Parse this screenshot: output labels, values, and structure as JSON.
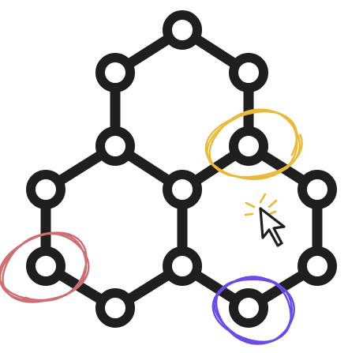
{
  "graphic": {
    "type": "hexagonal-lattice-network",
    "hexagons": 3,
    "node_count": 13,
    "edge_color": "#1f1f1f",
    "node_fill": "#ffffff",
    "highlights": [
      {
        "name": "gold-scribble-highlight",
        "color": "#e8b93a",
        "node": "upper-right-junction"
      },
      {
        "name": "red-scribble-highlight",
        "color": "#cc6f73",
        "node": "lower-left-node"
      },
      {
        "name": "purple-scribble-highlight",
        "color": "#6a4be6",
        "node": "bottom-right-node"
      }
    ],
    "cursor": {
      "icon": "mouse-pointer-icon",
      "sparkle_color": "#e8b93a",
      "pointer_color": "#1f1f1f"
    }
  }
}
